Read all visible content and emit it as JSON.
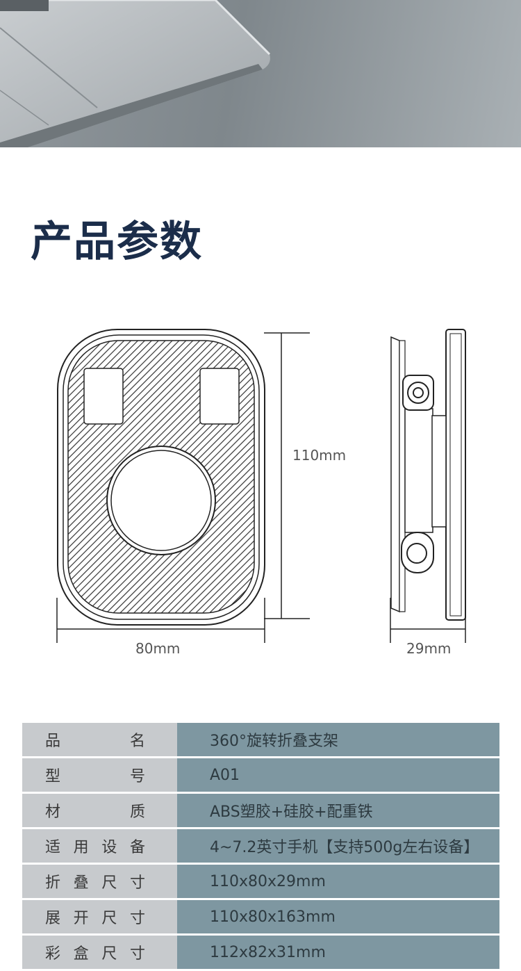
{
  "hero": {
    "image": "laptop-on-desk-photo"
  },
  "section_title": "产品参数",
  "dimensions": {
    "height_label": "110mm",
    "width_label": "80mm",
    "depth_label": "29mm"
  },
  "specs": [
    {
      "key": "品名",
      "value": "360°旋转折叠支架"
    },
    {
      "key": "型号",
      "value": "A01"
    },
    {
      "key": "材质",
      "value": "ABS塑胶+硅胶+配重铁"
    },
    {
      "key": "适用设备",
      "value": "4~7.2英寸手机【支持500g左右设备】"
    },
    {
      "key": "折叠尺寸",
      "value": "110x80x29mm"
    },
    {
      "key": "展开尺寸",
      "value": "110x80x163mm"
    },
    {
      "key": "彩盒尺寸",
      "value": "112x82x31mm"
    }
  ],
  "colors": {
    "title": "#1b2d4a",
    "key_cell": "#c7cacd",
    "value_cell": "#7e97a1"
  }
}
